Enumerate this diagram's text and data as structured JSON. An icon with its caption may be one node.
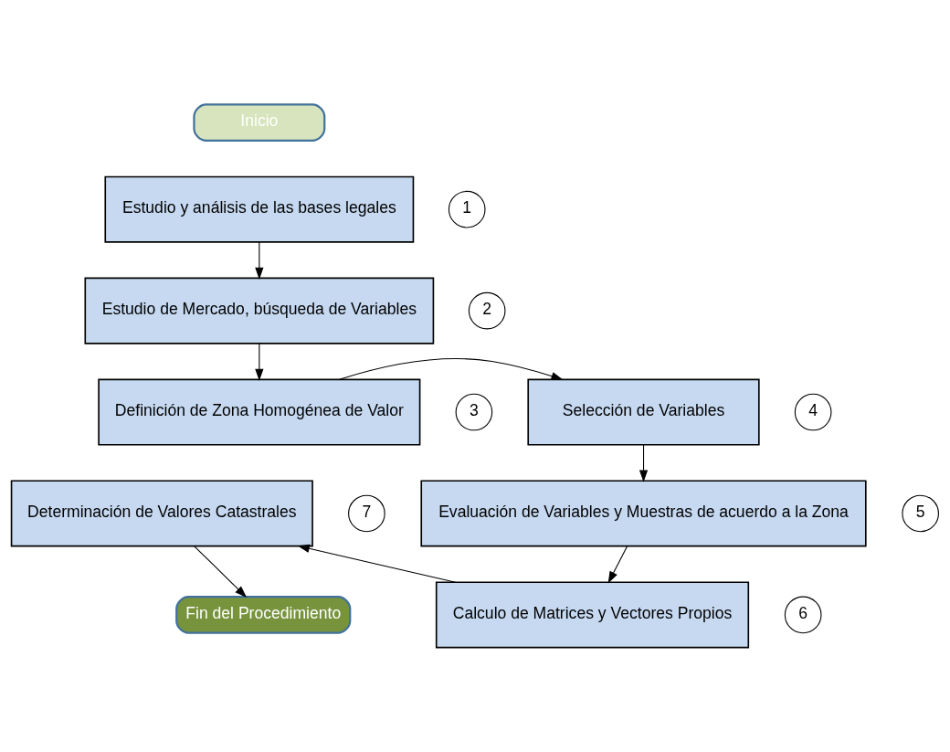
{
  "diagram": {
    "nodes": [
      {
        "text": [
          "Inicio"
        ]
      },
      {
        "text": [
          "Estudio y análisis de las bases legales"
        ]
      },
      {
        "text": [
          "1"
        ]
      },
      {
        "text": [
          "Estudio de Mercado, búsqueda de Variables"
        ]
      },
      {
        "text": [
          "2"
        ]
      },
      {
        "text": [
          "Selección de Variables"
        ]
      },
      {
        "text": [
          "4"
        ]
      },
      {
        "text": [
          "Definición de Zona Homogénea de Valor"
        ]
      },
      {
        "text": [
          "3"
        ]
      },
      {
        "text": [
          "Evaluación de Variables y Muestras de acuerdo a la Zona"
        ]
      },
      {
        "text": [
          "5"
        ]
      },
      {
        "text": [
          "Determinación de Valores Catastrales"
        ]
      },
      {
        "text": [
          "7"
        ]
      },
      {
        "text": [
          "Calculo de Matrices y Vectores Propios"
        ]
      },
      {
        "text": [
          "6"
        ]
      },
      {
        "text": [
          "Fin del Procedimiento"
        ]
      }
    ],
    "edges": [
      {
        "from": 1,
        "to": 3,
        "arrow": "to"
      },
      {
        "from": 3,
        "to": 7,
        "arrow": "to"
      },
      {
        "from": 7,
        "to": 5,
        "arrow": "to"
      },
      {
        "from": 5,
        "to": 9,
        "arrow": "to"
      },
      {
        "from": 9,
        "to": 13,
        "arrow": "to"
      },
      {
        "from": 13,
        "to": 11,
        "arrow": "to"
      },
      {
        "from": 11,
        "to": 15,
        "arrow": "to"
      }
    ]
  }
}
